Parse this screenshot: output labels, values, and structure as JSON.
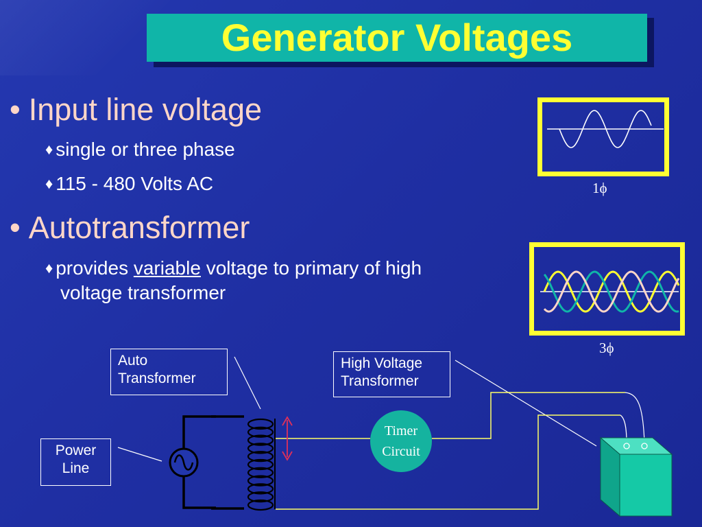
{
  "title": "Generator Voltages",
  "bullets": [
    {
      "marker": "•",
      "text": "Input line voltage"
    },
    {
      "marker": "•",
      "text": "Autotransformer"
    }
  ],
  "subs": {
    "marker": "♦",
    "s1": "single or three phase",
    "s2": "115 - 480 Volts AC",
    "s3_pre": "provides ",
    "s3_u": "variable",
    "s3_post": " voltage to primary of high",
    "s3_line2": "voltage transformer"
  },
  "phase_labels": {
    "single": "1ϕ",
    "three": "3ϕ"
  },
  "diagram": {
    "auto_transformer_label": [
      "Auto",
      "Transformer"
    ],
    "hv_transformer_label": [
      "High Voltage",
      "Transformer"
    ],
    "power_line_label": [
      "Power",
      "Line"
    ],
    "timer_label": [
      "Timer",
      "Circuit"
    ]
  },
  "colors": {
    "background": "#2236ad",
    "title_box": "#10b5a8",
    "title_text": "#ffff33",
    "bullet_text": "#ffd6c8",
    "panel_border": "#ffff33",
    "wave_yellow": "#ffff33",
    "wave_teal": "#10b5a8",
    "wave_pink": "#ffd6c8",
    "wave_white": "#ffffff",
    "arrow": "#e0305a",
    "hv_box": "#15c9a6"
  }
}
